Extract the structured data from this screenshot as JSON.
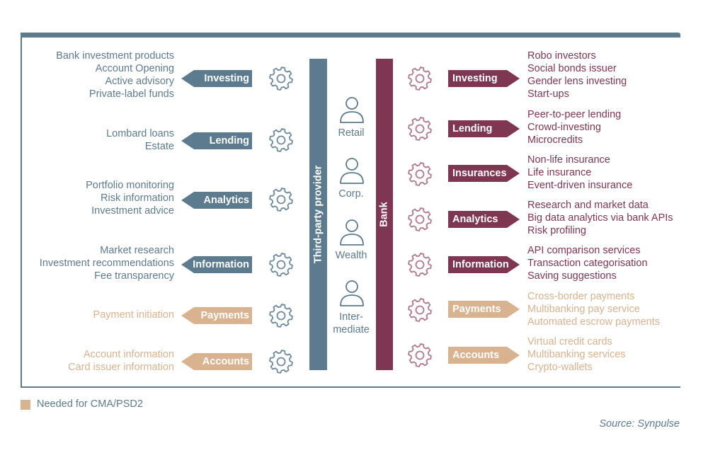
{
  "colors": {
    "blue": "#5d7b8e",
    "maroon": "#7f3650",
    "tan": "#d9b28f",
    "gear_blue": "#6f8a9b",
    "gear_maroon": "#b07a8c",
    "gear_tan": "#c9a27c"
  },
  "center": {
    "third_party_label": "Third-party provider",
    "bank_label": "Bank",
    "clients": [
      {
        "label_line1": "Retail",
        "label_line2": ""
      },
      {
        "label_line1": "Corp.",
        "label_line2": ""
      },
      {
        "label_line1": "Wealth",
        "label_line2": ""
      },
      {
        "label_line1": "Inter-",
        "label_line2": "mediate"
      }
    ]
  },
  "left": {
    "categories": [
      {
        "tag": "Investing",
        "color": "blue",
        "items": [
          "Bank investment products",
          "Account Opening",
          "Active advisory",
          "Private-label funds"
        ]
      },
      {
        "tag": "Lending",
        "color": "blue",
        "items": [
          "Lombard loans",
          "Estate"
        ]
      },
      {
        "tag": "Analytics",
        "color": "blue",
        "items": [
          "Portfolio monitoring",
          "Risk information",
          "Investment advice"
        ]
      },
      {
        "tag": "Information",
        "color": "blue",
        "items": [
          "Market research",
          "Investment recommendations",
          "Fee transparency"
        ]
      },
      {
        "tag": "Payments",
        "color": "tan",
        "items": [
          "Payment initiation"
        ]
      },
      {
        "tag": "Accounts",
        "color": "tan",
        "items": [
          "Account information",
          "Card issuer information"
        ]
      }
    ]
  },
  "right": {
    "categories": [
      {
        "tag": "Investing",
        "color": "maroon",
        "items": [
          "Robo investors",
          "Social bonds issuer",
          "Gender lens investing",
          "Start-ups"
        ]
      },
      {
        "tag": "Lending",
        "color": "maroon",
        "items": [
          "Peer-to-peer lending",
          "Crowd-investing",
          "Microcredits"
        ]
      },
      {
        "tag": "Insurances",
        "color": "maroon",
        "items": [
          "Non-life insurance",
          "Life insurance",
          "Event-driven insurance"
        ]
      },
      {
        "tag": "Analytics",
        "color": "maroon",
        "items": [
          "Research and market data",
          "Big data analytics via bank APIs",
          "Risk profiling"
        ]
      },
      {
        "tag": "Information",
        "color": "maroon",
        "items": [
          "API comparison services",
          "Transaction categorisation",
          "Saving suggestions"
        ]
      },
      {
        "tag": "Payments",
        "color": "tan",
        "items": [
          "Cross-border payments",
          "Multibanking pay service",
          "Automated escrow payments"
        ]
      },
      {
        "tag": "Accounts",
        "color": "tan",
        "items": [
          "Virtual credit cards",
          "Multibanking services",
          "Crypto-wallets"
        ]
      }
    ]
  },
  "legend": {
    "label": "Needed for CMA/PSD2"
  },
  "source": "Source: Synpulse"
}
